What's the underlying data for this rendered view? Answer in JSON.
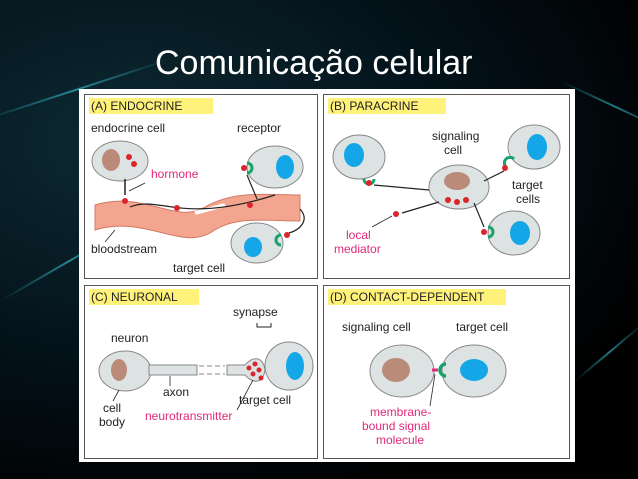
{
  "slide": {
    "title": "Comunicação celular"
  },
  "panels": {
    "endocrine": {
      "title": "(A) ENDOCRINE",
      "endocrine_cell": "endocrine cell",
      "receptor": "receptor",
      "hormone": "hormone",
      "bloodstream": "bloodstream",
      "target_cell": "target cell"
    },
    "paracrine": {
      "title": "(B) PARACRINE",
      "signaling": "signaling",
      "cell": "cell",
      "target": "target",
      "cells": "cells",
      "local": "local",
      "mediator": "mediator"
    },
    "neuronal": {
      "title": "(C) NEURONAL",
      "synapse": "synapse",
      "neuron": "neuron",
      "axon": "axon",
      "cell": "cell",
      "body": "body",
      "target_cell": "target cell",
      "neurotransmitter": "neurotransmitter"
    },
    "contact": {
      "title": "(D) CONTACT-DEPENDENT",
      "signaling_cell": "signaling cell",
      "target_cell": "target cell",
      "membrane": "membrane-",
      "bound_signal": "bound signal",
      "molecule": "molecule"
    }
  },
  "colors": {
    "highlight": "#fff27a",
    "signal_red": "#d9262b",
    "label_pink": "#e0297a",
    "receptor_green": "#18a36a",
    "nucleus_blue": "#14a6e6",
    "nucleus_brown": "#b98b78",
    "cell_gray": "#dde2e2",
    "blood_pink": "#f3a58f"
  }
}
